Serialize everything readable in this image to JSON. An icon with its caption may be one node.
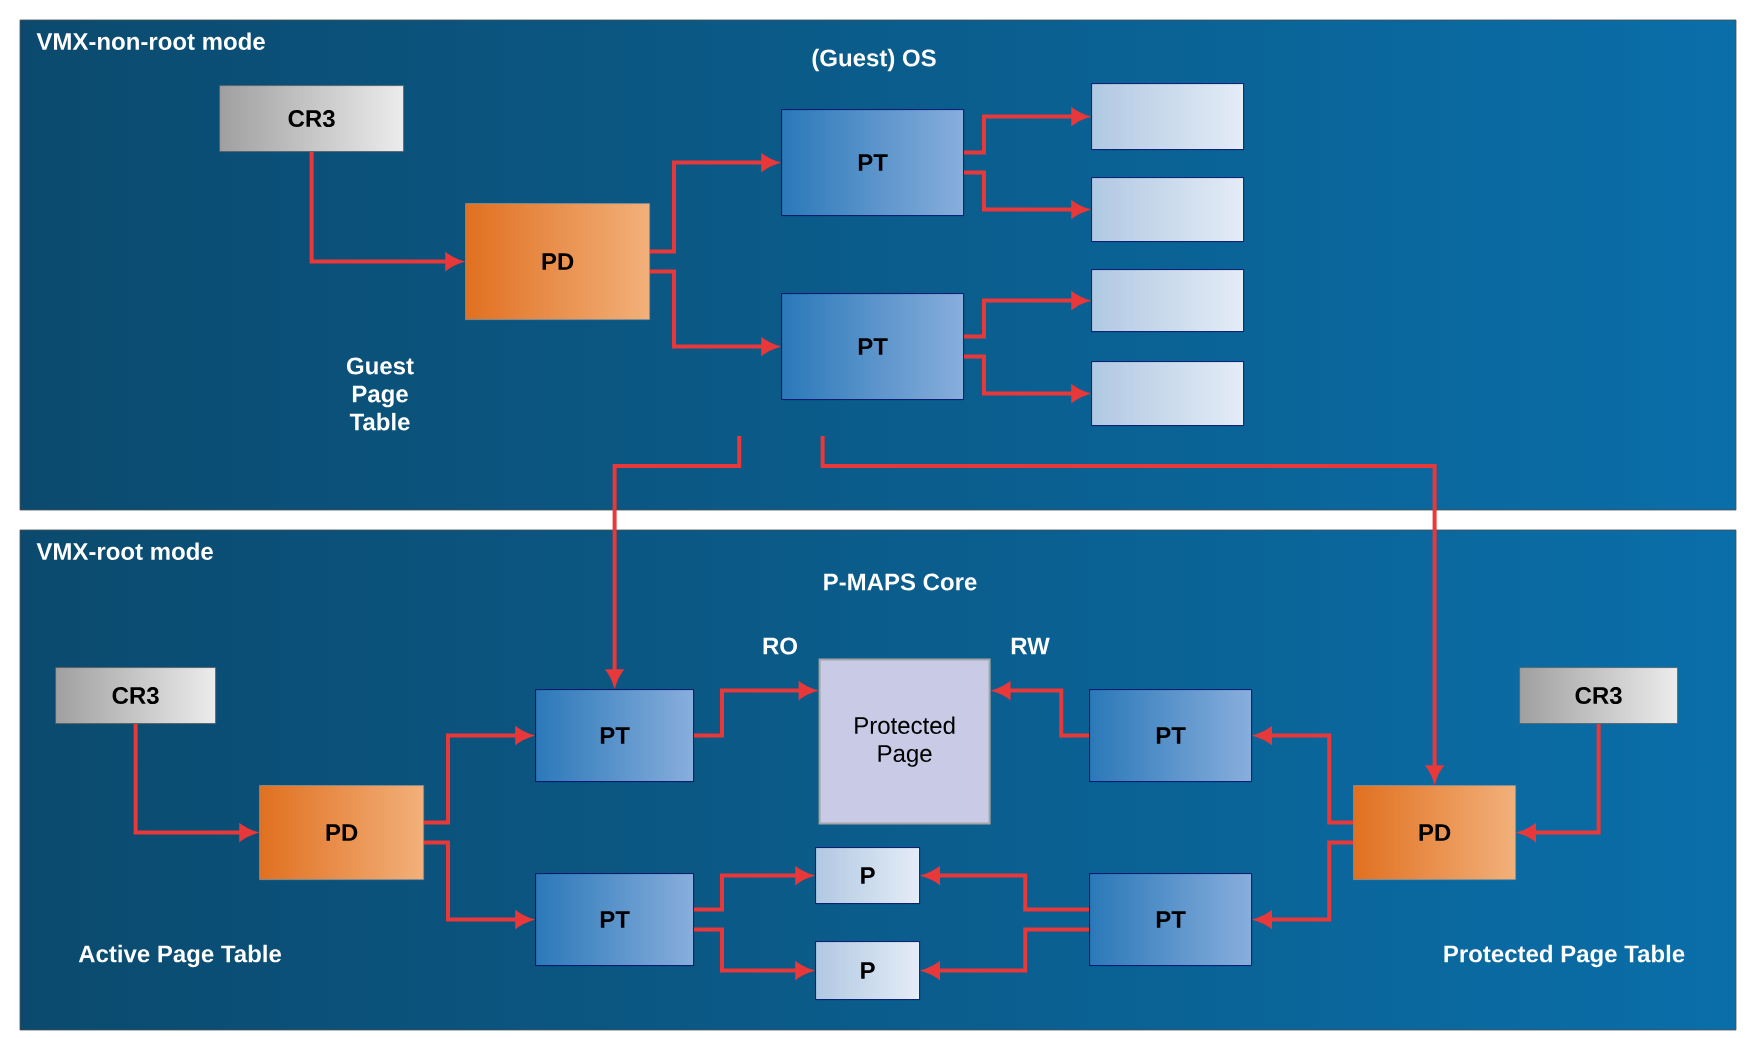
{
  "diagram": {
    "nodes": [
      {
        "text": [
          "VMX-non-root mode"
        ]
      },
      {
        "text": [
          "VMX-root mode"
        ]
      },
      {
        "text": [
          "CR3"
        ],
        "in": 0
      },
      {
        "text": [
          "PD"
        ],
        "in": 0
      },
      {
        "text": [
          "PT"
        ],
        "in": 0
      },
      {
        "text": [
          "PT"
        ],
        "in": 0
      },
      {
        "text": [],
        "shape": "box",
        "in": 0
      },
      {
        "text": [],
        "shape": "box",
        "in": 0
      },
      {
        "text": [],
        "shape": "box",
        "in": 0
      },
      {
        "text": [],
        "shape": "box",
        "in": 0
      },
      {
        "text": [
          "CR3"
        ],
        "in": 1
      },
      {
        "text": [
          "PD"
        ],
        "in": 1
      },
      {
        "text": [
          "PT"
        ],
        "in": 1
      },
      {
        "text": [
          "PT"
        ],
        "in": 1
      },
      {
        "text": [
          "Protected Page"
        ],
        "in": 1
      },
      {
        "text": [
          "P"
        ],
        "in": 1
      },
      {
        "text": [
          "P"
        ],
        "in": 1
      },
      {
        "text": [
          "PT"
        ],
        "in": 1
      },
      {
        "text": [
          "PT"
        ],
        "in": 1
      },
      {
        "text": [
          "PD"
        ],
        "in": 1
      },
      {
        "text": [
          "CR3"
        ],
        "in": 1
      }
    ],
    "edges": [
      {
        "from": 2,
        "to": 3,
        "arrow": "to"
      },
      {
        "from": 3,
        "to": 4,
        "arrow": "to"
      },
      {
        "from": 3,
        "to": 5,
        "arrow": "to"
      },
      {
        "from": 4,
        "to": 6,
        "arrow": "to"
      },
      {
        "from": 4,
        "to": 7,
        "arrow": "to"
      },
      {
        "from": 5,
        "to": 8,
        "arrow": "to"
      },
      {
        "from": 5,
        "to": 9,
        "arrow": "to"
      },
      {
        "from": 5,
        "to": 12,
        "arrow": "to"
      },
      {
        "from": 5,
        "to": 19,
        "arrow": "to"
      },
      {
        "from": 10,
        "to": 11,
        "arrow": "to"
      },
      {
        "from": 11,
        "to": 12,
        "arrow": "to"
      },
      {
        "from": 11,
        "to": 13,
        "arrow": "to"
      },
      {
        "from": 12,
        "to": 14,
        "arrow": "to"
      },
      {
        "from": 13,
        "to": 15,
        "arrow": "to"
      },
      {
        "from": 13,
        "to": 16,
        "arrow": "to"
      },
      {
        "from": 20,
        "to": 19,
        "arrow": "to"
      },
      {
        "from": 19,
        "to": 17,
        "arrow": "to"
      },
      {
        "from": 19,
        "to": 18,
        "arrow": "to"
      },
      {
        "from": 17,
        "to": 14,
        "arrow": "to"
      },
      {
        "from": 18,
        "to": 15,
        "arrow": "to"
      },
      {
        "from": 18,
        "to": 16,
        "arrow": "to"
      }
    ],
    "labels": [
      "(Guest) OS",
      "Guest Page Table",
      "P-MAPS Core",
      "RO",
      "RW",
      "Active Page Table",
      "Protected Page Table"
    ]
  }
}
